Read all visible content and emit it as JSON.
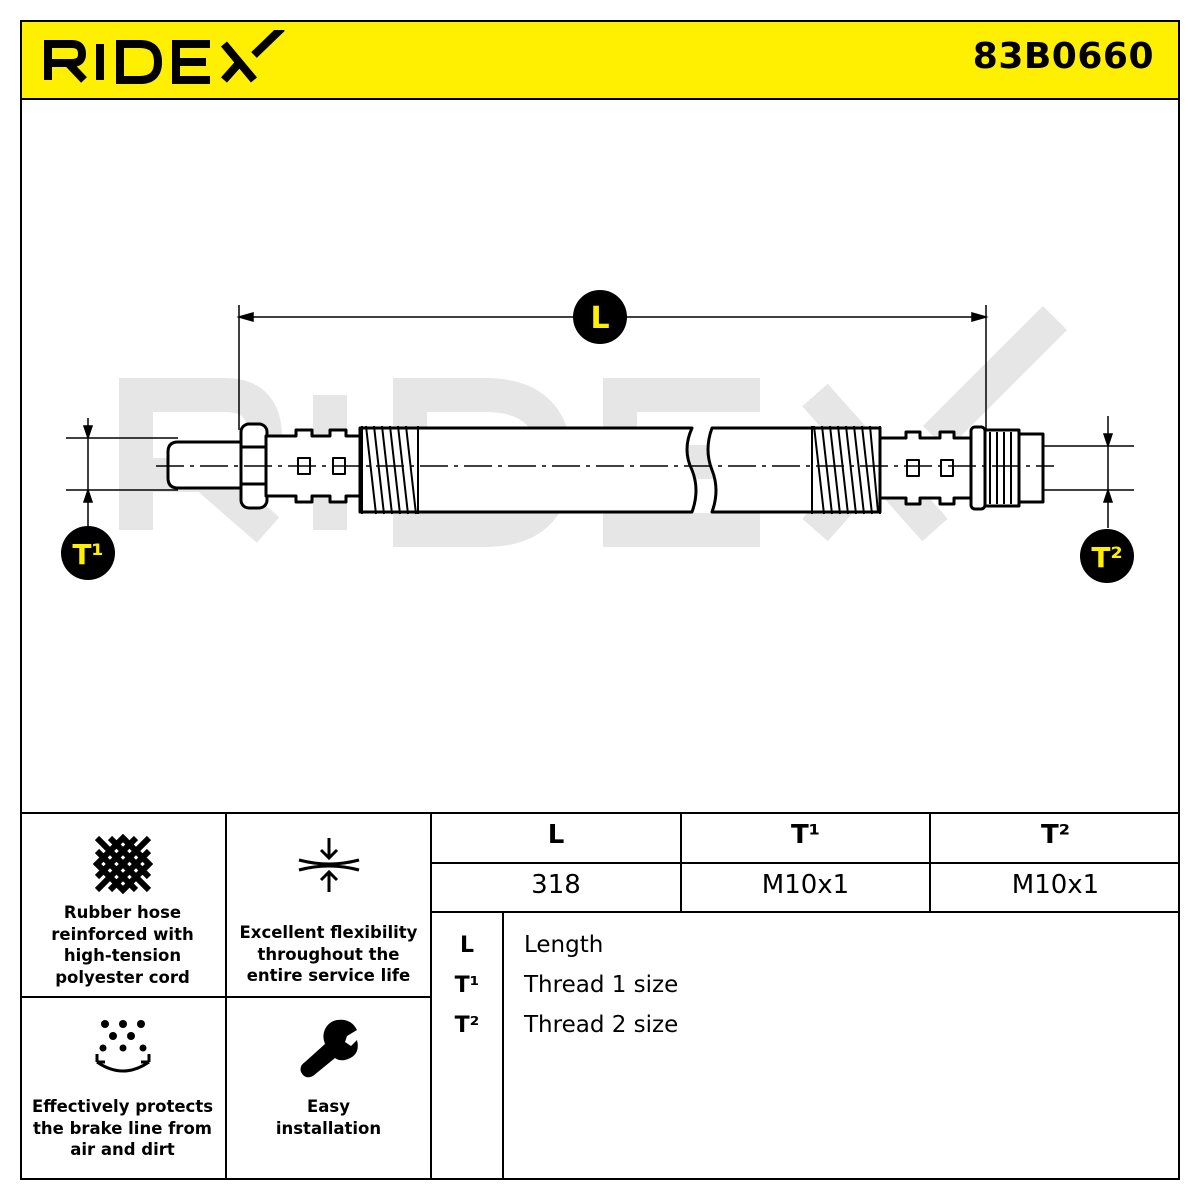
{
  "header": {
    "brand": "RIDEX",
    "part_number": "83B0660",
    "background_color": "#FFEF00"
  },
  "drawing": {
    "dimension_labels": {
      "length": "L",
      "thread_1": "T¹",
      "thread_2": "T²"
    },
    "watermark_text": "RIDEX"
  },
  "features": [
    {
      "icon": "woven-mesh-icon",
      "text_lines": [
        "Rubber hose",
        "reinforced with",
        "high-tension",
        "polyester cord"
      ]
    },
    {
      "icon": "compression-arrows-icon",
      "text_lines": [
        "Excellent flexibility",
        "throughout the",
        "entire service life"
      ]
    },
    {
      "icon": "particles-shield-icon",
      "text_lines": [
        "Effectively protects",
        "the brake line from",
        "air and dirt"
      ]
    },
    {
      "icon": "wrench-icon",
      "text_lines": [
        "Easy",
        "installation"
      ]
    }
  ],
  "spec_table": {
    "headers": [
      "L",
      "T¹",
      "T²"
    ],
    "values": [
      "318",
      "M10x1",
      "M10x1"
    ]
  },
  "legend": [
    {
      "key": "L",
      "label": "Length"
    },
    {
      "key": "T¹",
      "label": "Thread 1 size"
    },
    {
      "key": "T²",
      "label": "Thread 2 size"
    }
  ]
}
